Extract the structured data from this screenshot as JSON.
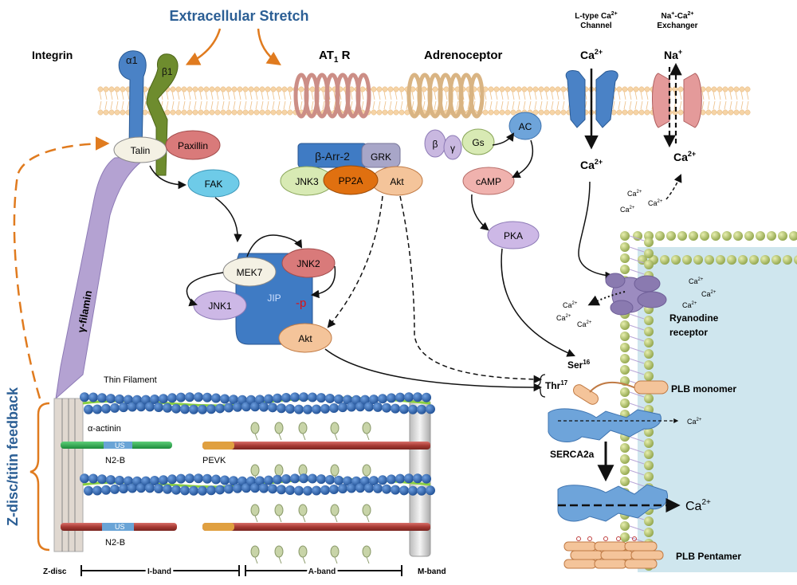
{
  "title": "Extracellular  Stretch",
  "side_label": "Z-disc/titin feedback",
  "receptors": {
    "integrin": "Integrin",
    "at1r": "AT",
    "at1r_sub": "1",
    "at1r_tail": " R",
    "adrenoceptor": "Adrenoceptor",
    "ltype": [
      "L-type Ca",
      "2+",
      "Channel"
    ],
    "ncx": [
      "Na",
      "+",
      "-Ca",
      "2+",
      "Exchanger"
    ]
  },
  "integrin": {
    "alpha": "α1",
    "beta": "β1",
    "talin": "Talin",
    "paxillin": "Paxillin",
    "fak": "FAK",
    "gamma_filamin": "γ-filamin"
  },
  "at1r_complex": {
    "barr": "β-Arr-2",
    "grk": "GRK",
    "jnk3": "JNK3",
    "pp2a": "PP2A",
    "akt": "Akt"
  },
  "beta_complex": {
    "beta": "β",
    "gamma": "γ",
    "gs": "Gs",
    "ac": "AC",
    "camp": "cAMP",
    "pka": "PKA"
  },
  "jip": {
    "mek7": "MEK7",
    "jnk2": "JNK2",
    "jnk1": "JNK1",
    "jip": "JIP",
    "p": "-p",
    "akt": "Akt"
  },
  "ions": {
    "ca": "Ca",
    "na": "Na",
    "plus2": "2+",
    "plus": "+",
    "small_ca": "Ca",
    "small_sup": "2+"
  },
  "sr": {
    "ryr": [
      "Ryanodine",
      "receptor"
    ],
    "ser": "Ser",
    "ser_sup": "16",
    "thr": "Thr",
    "thr_sup": "17",
    "plb_mono": "PLB monomer",
    "serca": "SERCA2a",
    "plb_pent": "PLB Pentamer"
  },
  "sarcomere": {
    "thin": "Thin Filament",
    "actinin": "α-actinin",
    "us": "US",
    "n2b": "N2-B",
    "pevk": "PEVK",
    "bands": [
      "Z-disc",
      "I-band",
      "A-band",
      "M-band"
    ]
  }
}
